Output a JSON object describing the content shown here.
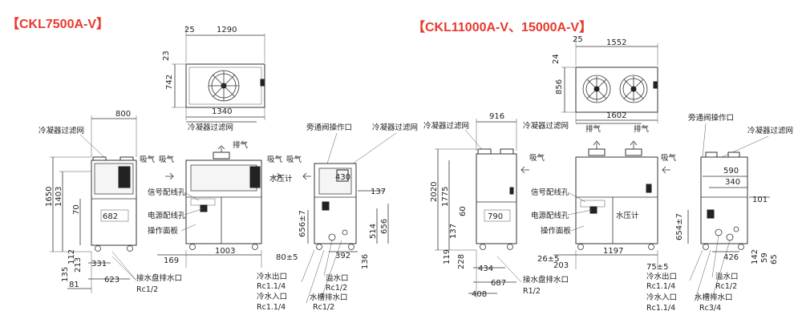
{
  "colors": {
    "title": "#e8392e",
    "line": "#333333"
  },
  "left": {
    "title": "【CKL7500A-V】",
    "top": {
      "d25": "25",
      "d1290": "1290",
      "d23": "23",
      "d742": "742",
      "d1340": "1340"
    },
    "side": {
      "d800": "800",
      "d1650": "1650",
      "d1403": "1403",
      "d70": "70",
      "d682": "682",
      "d135": "135",
      "d112": "112",
      "d213": "213",
      "d331": "331",
      "d623": "623",
      "d81": "81"
    },
    "front": {
      "d169": "169",
      "d1003": "1003",
      "d80": "80±5"
    },
    "right": {
      "d137": "137",
      "d656a": "656±7",
      "d514": "514",
      "d656b": "656",
      "d392": "392",
      "d136": "136",
      "d430": "430"
    },
    "labels": {
      "condenser_filter_1": "冷凝器过滤网",
      "condenser_filter_2": "冷凝器过滤网",
      "condenser_filter_3": "冷凝器过滤网",
      "exhaust": "排气",
      "intake_1": "吸气",
      "intake_2": "吸气",
      "intake_3": "吸气",
      "intake_4": "吸气",
      "bypass": "旁通阀操作口",
      "signal": "信号配线孔",
      "power": "电源配线孔",
      "panel": "操作面板",
      "pressure": "水压计",
      "pan_drain": "接水盘排水口",
      "pan_drain_spec": "Rc1/2",
      "outlet": "冷水出口",
      "outlet_spec": "Rc1.1/4",
      "overflow": "溢水口",
      "overflow_spec": "Rc1/2",
      "inlet": "冷水入口",
      "inlet_spec": "Rc1.1/4",
      "tank_drain": "水槽排水口",
      "tank_drain_spec": "Rc1/2"
    }
  },
  "right": {
    "title": "【CKL11000A-V、15000A-V】",
    "top": {
      "d25": "25",
      "d1552": "1552",
      "d24": "24",
      "d856": "856",
      "d1602": "1602"
    },
    "side": {
      "d916": "916",
      "d2020": "2020",
      "d1775": "1775",
      "d60": "60",
      "d790": "790",
      "d137": "137",
      "d119": "119",
      "d228": "228",
      "d434": "434",
      "d687": "687",
      "d408": "408"
    },
    "front": {
      "d26": "26±5",
      "d1197": "1197",
      "d203": "203",
      "d75": "75±5"
    },
    "right": {
      "d590": "590",
      "d340": "340",
      "d101": "101",
      "d654": "654±7",
      "d142": "142",
      "d426": "426",
      "d59": "59",
      "d65": "65"
    },
    "labels": {
      "condenser_filter_1": "冷凝器过滤网",
      "condenser_filter_2": "冷凝器过滤网",
      "condenser_filter_3": "冷凝器过滤网",
      "exhaust_1": "排气",
      "exhaust_2": "排气",
      "intake_1": "吸气",
      "intake_2": "吸气",
      "bypass": "旁通阀操作口",
      "signal": "信号配线孔",
      "power": "电源配线孔",
      "panel": "操作面板",
      "pressure": "水压计",
      "pan_drain": "接水盘排水口",
      "pan_drain_spec": "R1/2",
      "outlet": "冷水出口",
      "outlet_spec": "Rc1.1/4",
      "overflow": "溢水口",
      "overflow_spec": "Rc1/2",
      "inlet": "冷水入口",
      "inlet_spec": "Rc1.1/4",
      "tank_drain": "水槽排水口",
      "tank_drain_spec": "Rc3/4"
    }
  }
}
